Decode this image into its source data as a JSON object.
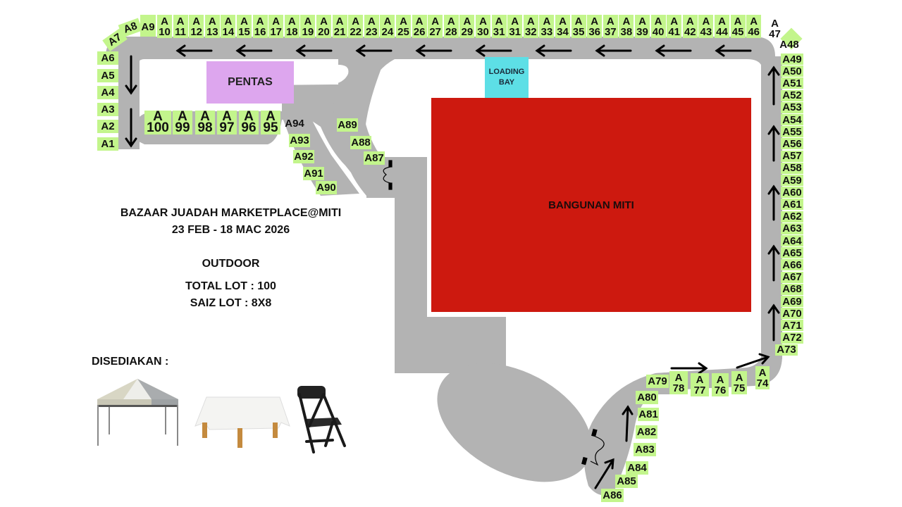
{
  "map": {
    "title": "BAZAAR JUADAH MARKETPLACE@MITI",
    "dates": "23 FEB - 18 MAC 2026",
    "section": "OUTDOOR",
    "total_lot": "TOTAL LOT : 100",
    "lot_size": "SAIZ LOT : 8X8",
    "provided_heading": "DISEDIAKAN :",
    "provided_items": [
      "canopy-tent",
      "table-with-white-cloth",
      "black-folding-chair"
    ],
    "colors": {
      "lot": "#c3f58c",
      "road": "#b3b3b3",
      "building": "#cd190f",
      "stage": "#dda6ee",
      "loading_bay": "#5ddfe6",
      "text": "#111111"
    }
  },
  "areas": {
    "stage": "PENTAS",
    "loading_bay_line1": "LOADING",
    "loading_bay_line2": "BAY",
    "building": "BANGUNAN MITI"
  },
  "lots": {
    "left_column": [
      "A6",
      "A5",
      "A4",
      "A3",
      "A2",
      "A1"
    ],
    "top_left_corner": [
      "A7",
      "A8",
      "A9"
    ],
    "top_row": [
      "10",
      "11",
      "12",
      "13",
      "14",
      "15",
      "16",
      "17",
      "18",
      "19",
      "20",
      "21",
      "22",
      "23",
      "24",
      "25",
      "26",
      "27",
      "28",
      "29",
      "30",
      "31",
      "31",
      "32",
      "33",
      "34",
      "35",
      "36",
      "37",
      "38",
      "39",
      "40",
      "41",
      "42",
      "43",
      "44",
      "45",
      "46"
    ],
    "top_right_corner": [
      "47",
      "A48"
    ],
    "right_column": [
      "A49",
      "A50",
      "A51",
      "A52",
      "A53",
      "A54",
      "A55",
      "A56",
      "A57",
      "A58",
      "A59",
      "A60",
      "A61",
      "A62",
      "A63",
      "A64",
      "A65",
      "A66",
      "A67",
      "A68",
      "A69",
      "A70",
      "A71",
      "A72",
      "A73"
    ],
    "bottom_row": [
      "74",
      "75",
      "76",
      "77",
      "78"
    ],
    "bottom_left_column": [
      "A79",
      "A80",
      "A81",
      "A82",
      "A83",
      "A84",
      "A85",
      "A86"
    ],
    "inner_left_diagonal": [
      "A87",
      "A88",
      "A89"
    ],
    "inner_right_diagonal": [
      "A90",
      "A91",
      "A92",
      "A93",
      "A94"
    ],
    "inner_row": [
      "95",
      "96",
      "97",
      "98",
      "99",
      "100"
    ],
    "prefix": "A"
  }
}
